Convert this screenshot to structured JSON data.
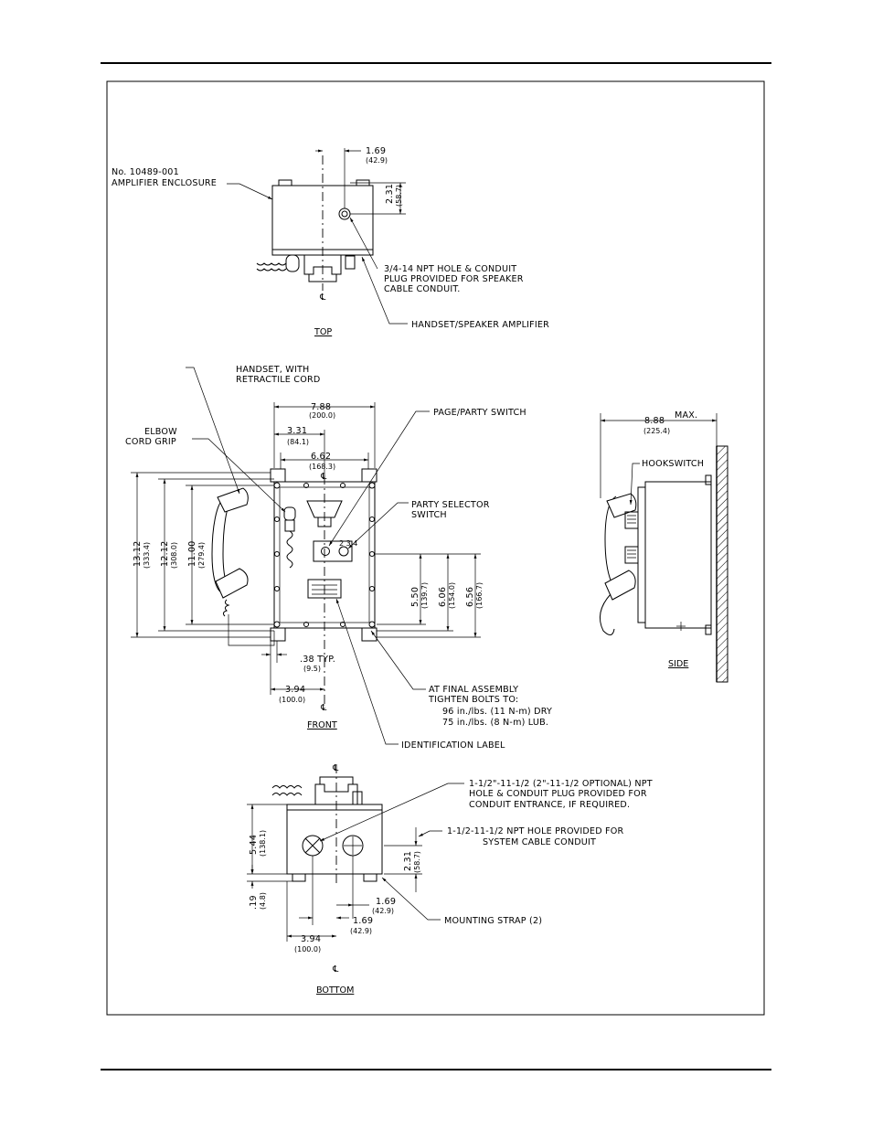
{
  "labels": {
    "enclosure_no": "No. 10489-001",
    "enclosure_name": "AMPLIFIER ENCLOSURE",
    "top_hole_1": "3/4-14 NPT HOLE & CONDUIT",
    "top_hole_2": "PLUG PROVIDED FOR SPEAKER",
    "top_hole_3": "CABLE CONDUIT.",
    "amplifier": "HANDSET/SPEAKER AMPLIFIER",
    "handset_1": "HANDSET, WITH",
    "handset_2": "RETRACTILE CORD",
    "elbow_1": "ELBOW",
    "elbow_2": "CORD GRIP",
    "page_party": "PAGE/PARTY SWITCH",
    "party_sel_1": "PARTY SELECTOR",
    "party_sel_2": "SWITCH",
    "hookswitch": "HOOKSWITCH",
    "max": "MAX.",
    "assembly_1": "AT FINAL ASSEMBLY",
    "assembly_2": "TIGHTEN BOLTS TO:",
    "assembly_3": "96 in./lbs. (11 N-m) DRY",
    "assembly_4": "75 in./lbs. (8 N-m) LUB.",
    "id_label": "IDENTIFICATION LABEL",
    "bot_hole_1": "1-1/2\"-11-1/2 (2\"-11-1/2 OPTIONAL) NPT",
    "bot_hole_2": "HOLE & CONDUIT PLUG PROVIDED FOR",
    "bot_hole_3": "CONDUIT ENTRANCE, IF REQUIRED.",
    "sys_hole_1": "1-1/2-11-1/2 NPT HOLE PROVIDED FOR",
    "sys_hole_2": "SYSTEM CABLE CONDUIT",
    "strap": "MOUNTING STRAP (2)",
    "typ": ".38 TYP.",
    "cl": "℄",
    "selector_digits": "2 3 4"
  },
  "views": {
    "top": "TOP",
    "front": "FRONT",
    "side": "SIDE",
    "bottom": "BOTTOM"
  },
  "dims": {
    "top_169": "1.69",
    "top_169_mm": "(42.9)",
    "top_231": "2.31",
    "top_231_mm": "(58.7)",
    "f_788": "7.88",
    "f_788_mm": "(200.0)",
    "f_331": "3.31",
    "f_331_mm": "(84.1)",
    "f_662": "6.62",
    "f_662_mm": "(168.3)",
    "f_1312": "13.12",
    "f_1312_mm": "(333.4)",
    "f_1212": "12.12",
    "f_1212_mm": "(308.0)",
    "f_1100": "11.00",
    "f_1100_mm": "(279.4)",
    "f_550": "5.50",
    "f_550_mm": "(139.7)",
    "f_606": "6.06",
    "f_606_mm": "(154.0)",
    "f_656": "6.56",
    "f_656_mm": "(166.7)",
    "f_typ_mm": "(9.5)",
    "f_394": "3.94",
    "f_394_mm": "(100.0)",
    "s_888": "8.88",
    "s_888_mm": "(225.4)",
    "b_544": "5.44",
    "b_544_mm": "(138.1)",
    "b_231": "2.31",
    "b_231_mm": "(58.7)",
    "b_019": ".19",
    "b_019_mm": "(4.8)",
    "b_169a": "1.69",
    "b_169a_mm": "(42.9)",
    "b_169b": "1.69",
    "b_169b_mm": "(42.9)",
    "b_394": "3.94",
    "b_394_mm": "(100.0)"
  }
}
